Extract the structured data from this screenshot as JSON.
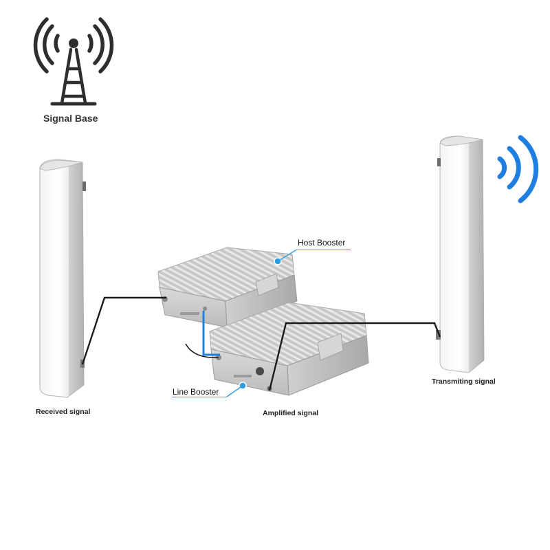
{
  "labels": {
    "signal_base": "Signal Base",
    "host_booster": "Host Booster",
    "line_booster": "Line Booster",
    "received_signal": "Received signal",
    "amplified_signal": "Amplified signal",
    "transmitting_signal": "Transmiting signal"
  },
  "icons": {
    "tower": "signal-tower-icon",
    "waves": "wifi-waves-icon"
  },
  "colors": {
    "accent_blue": "#1e7fe0",
    "callout_blue": "#2b9de0",
    "icon_dark": "#2e2e2e",
    "cable": "#1a1a1a"
  }
}
